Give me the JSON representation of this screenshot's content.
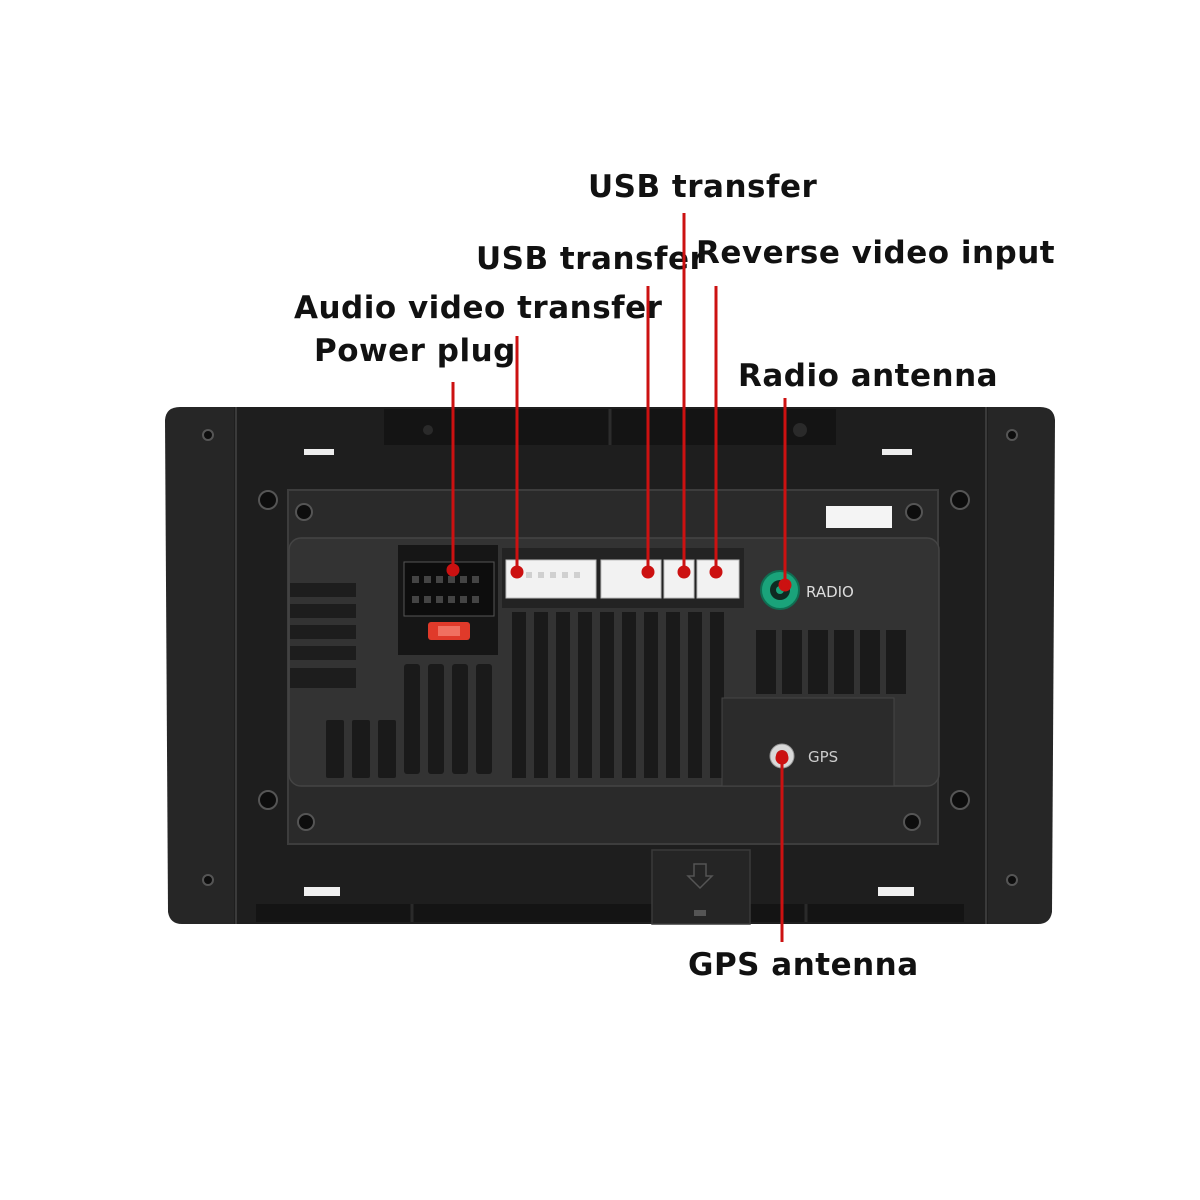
{
  "labels": {
    "usb_transfer_top": "USB transfer",
    "usb_transfer": "USB transfer",
    "reverse_video_input": "Reverse video input",
    "audio_video_transfer": "Audio video transfer",
    "power_plug": "Power plug",
    "radio_antenna": "Radio antenna",
    "gps_antenna": "GPS antenna"
  },
  "device": {
    "radio_marking": "RADIO",
    "gps_marking": "GPS"
  },
  "colors": {
    "callout": "#cc1111",
    "radio_jack": "#1aa37a",
    "gps_jack": "#c21818",
    "chassis": "#1e1e1e",
    "connector": "#f2f2f2"
  }
}
